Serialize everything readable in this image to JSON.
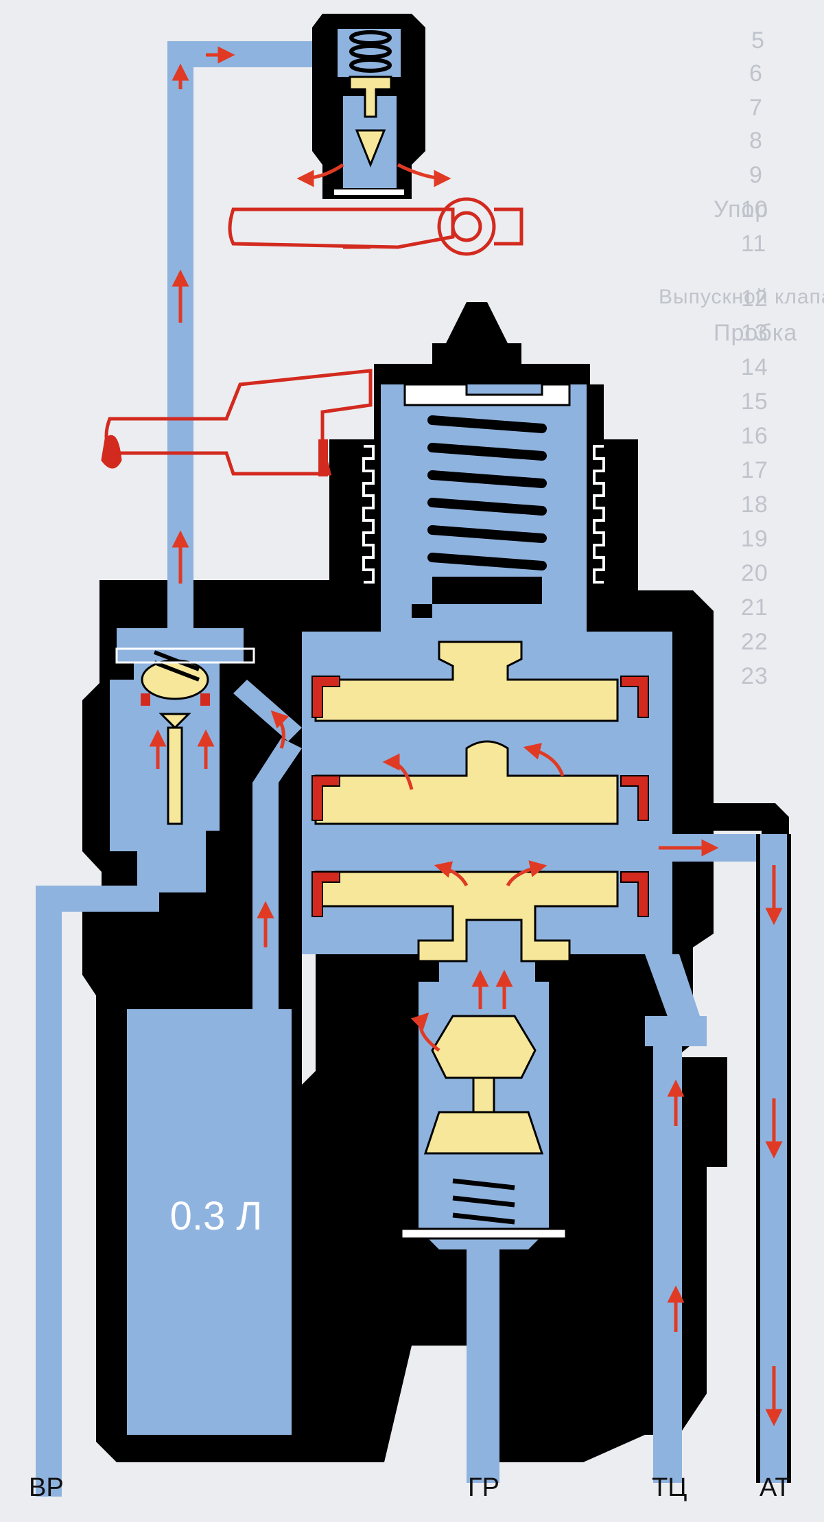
{
  "colors": {
    "body": "#000000",
    "air": "#8fb3df",
    "valve": "#f7e79a",
    "seal": "#d32a1f",
    "arrow": "#e03a24",
    "background": "#ecedf0"
  },
  "reservoir": {
    "volume_label": "0.3 Л"
  },
  "ports": [
    {
      "id": "vr",
      "label": "ВР"
    },
    {
      "id": "gr",
      "label": "ГР"
    },
    {
      "id": "tc",
      "label": "ТЦ"
    },
    {
      "id": "at",
      "label": "АТ"
    }
  ],
  "background_page": {
    "numbers": [
      "5",
      "6",
      "7",
      "8",
      "9",
      "10",
      "11",
      "12",
      "13",
      "14",
      "15",
      "16",
      "17",
      "18",
      "19",
      "20",
      "21",
      "22",
      "23"
    ],
    "fragments": [
      "Упор",
      "Выпускной клапан",
      "Пробка"
    ]
  }
}
